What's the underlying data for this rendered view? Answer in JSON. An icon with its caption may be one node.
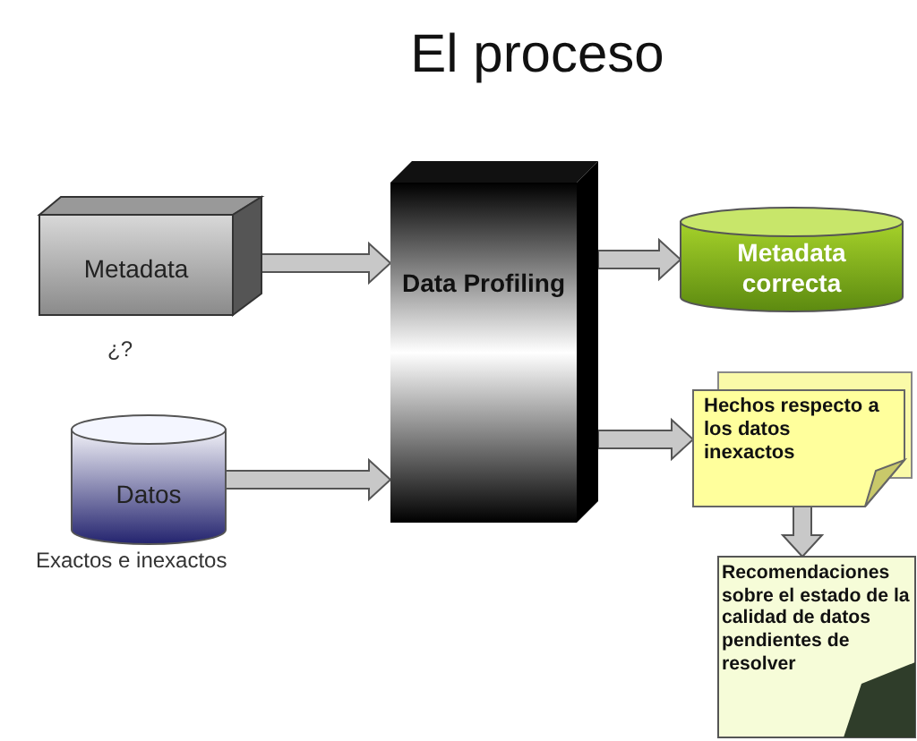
{
  "diagram": {
    "title": "El proceso",
    "nodes": [
      {
        "text": [
          "Metadata"
        ],
        "beside": [
          "¿?"
        ]
      },
      {
        "text": [
          "Datos"
        ],
        "beside": [
          "Exactos e inexactos"
        ]
      },
      {
        "text": [
          "Data Profiling"
        ]
      },
      {
        "text": [
          "Metadata correcta"
        ]
      },
      {
        "text": [
          "Hechos respecto a los datos inexactos"
        ]
      },
      {
        "text": [
          "Recomendaciones sobre el estado de la calidad de datos pendientes de resolver"
        ]
      }
    ],
    "edges": [
      {
        "from": 0,
        "to": 2,
        "arrow": "to"
      },
      {
        "from": 1,
        "to": 2,
        "arrow": "to"
      },
      {
        "from": 2,
        "to": 3,
        "arrow": "to"
      },
      {
        "from": 2,
        "to": 4,
        "arrow": "to"
      },
      {
        "from": 4,
        "to": 5,
        "arrow": "to"
      }
    ]
  }
}
